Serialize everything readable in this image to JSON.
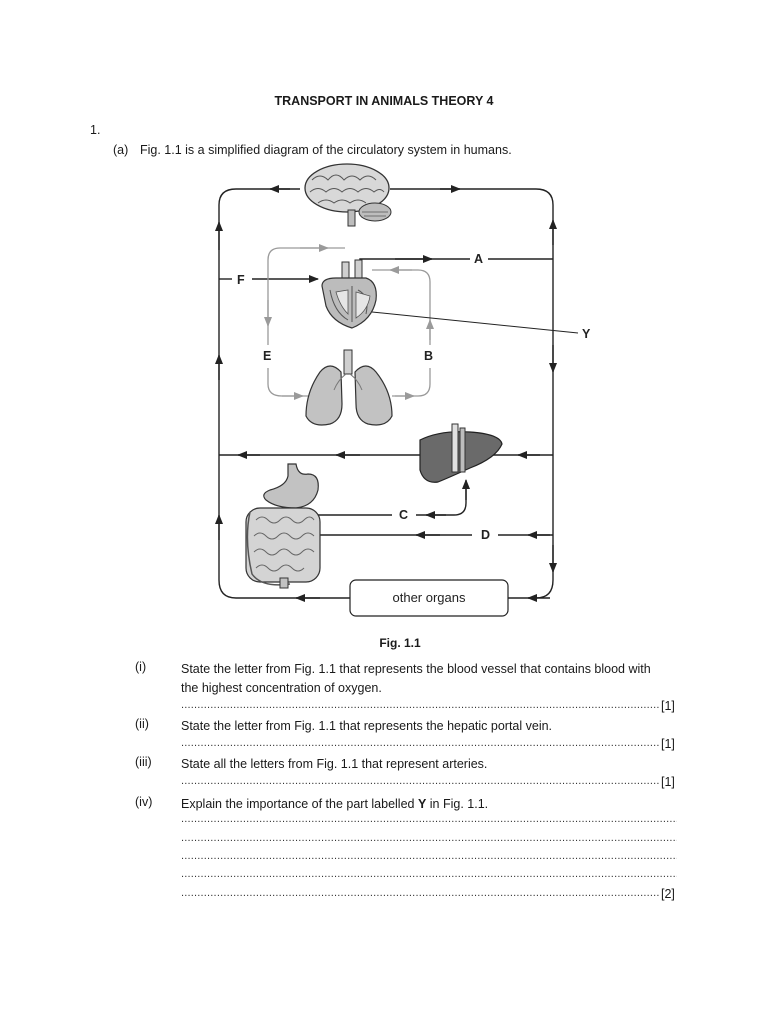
{
  "header": {
    "title": "TRANSPORT IN ANIMALS THEORY 4"
  },
  "question": {
    "number": "1.",
    "part_a_label": "(a)",
    "part_a_text": "Fig. 1.1 is a simplified diagram of the circulatory system in humans."
  },
  "figure": {
    "labels": {
      "A": "A",
      "B": "B",
      "C": "C",
      "D": "D",
      "E": "E",
      "F": "F",
      "Y": "Y"
    },
    "other_organs": "other organs",
    "caption": "Fig. 1.1"
  },
  "subquestions": [
    {
      "label": "(i)",
      "line1": "State the letter from Fig. 1.1 that represents the blood vessel that contains blood with",
      "line2": "the highest concentration of oxygen.",
      "mark": "[1]"
    },
    {
      "label": "(ii)",
      "line1": "State the letter from Fig. 1.1 that represents the hepatic portal vein.",
      "mark": "[1]"
    },
    {
      "label": "(iii)",
      "line1": "State all the letters from Fig. 1.1 that represent arteries.",
      "mark": "[1]"
    },
    {
      "label": "(iv)",
      "line1_pre": "Explain the importance of the part labelled ",
      "line1_bold": "Y",
      "line1_post": " in Fig. 1.1.",
      "mark": "[2]"
    }
  ]
}
